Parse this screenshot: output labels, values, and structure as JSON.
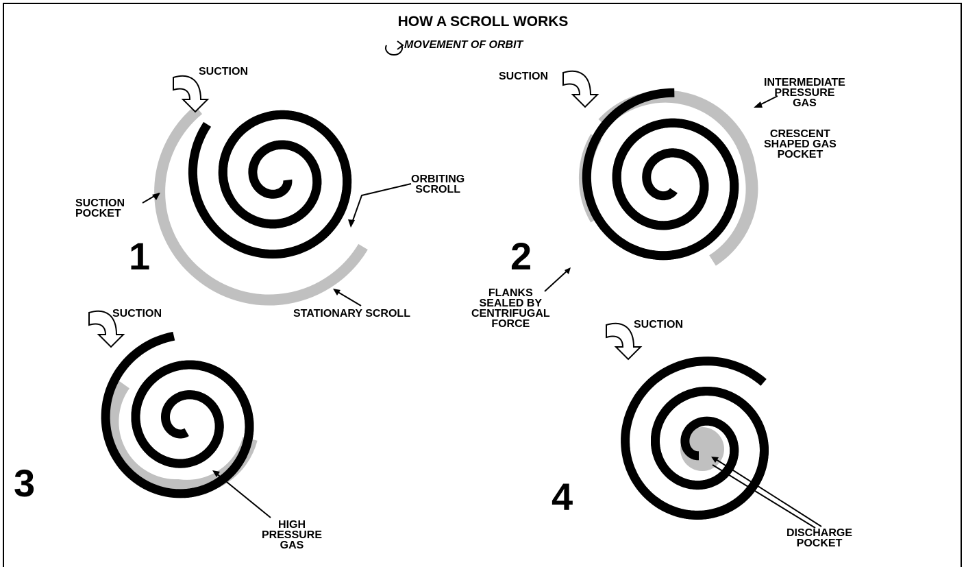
{
  "title": "HOW A SCROLL WORKS",
  "subtitle": "MOVEMENT OF ORBIT",
  "icons": {
    "orbit": "orbit-arrow-icon",
    "suction": "curved-arrow-icon"
  },
  "colors": {
    "ink": "#000000",
    "gas": "#c0c0c0",
    "background": "#ffffff"
  },
  "stages": [
    {
      "number": "1"
    },
    {
      "number": "2"
    },
    {
      "number": "3"
    },
    {
      "number": "4"
    }
  ],
  "labels": {
    "suction": "SUCTION",
    "suction_pocket": "SUCTION\nPOCKET",
    "orbiting_scroll": "ORBITING\nSCROLL",
    "stationary_scroll": "STATIONARY SCROLL",
    "intermediate_pressure_gas": "INTERMEDIATE\nPRESSURE\nGAS",
    "crescent_pocket": "CRESCENT\nSHAPED GAS\nPOCKET",
    "flanks": "FLANKS\nSEALED BY\nCENTRIFUGAL\nFORCE",
    "high_pressure_gas": "HIGH\nPRESSURE\nGAS",
    "discharge_pocket": "DISCHARGE\nPOCKET"
  }
}
